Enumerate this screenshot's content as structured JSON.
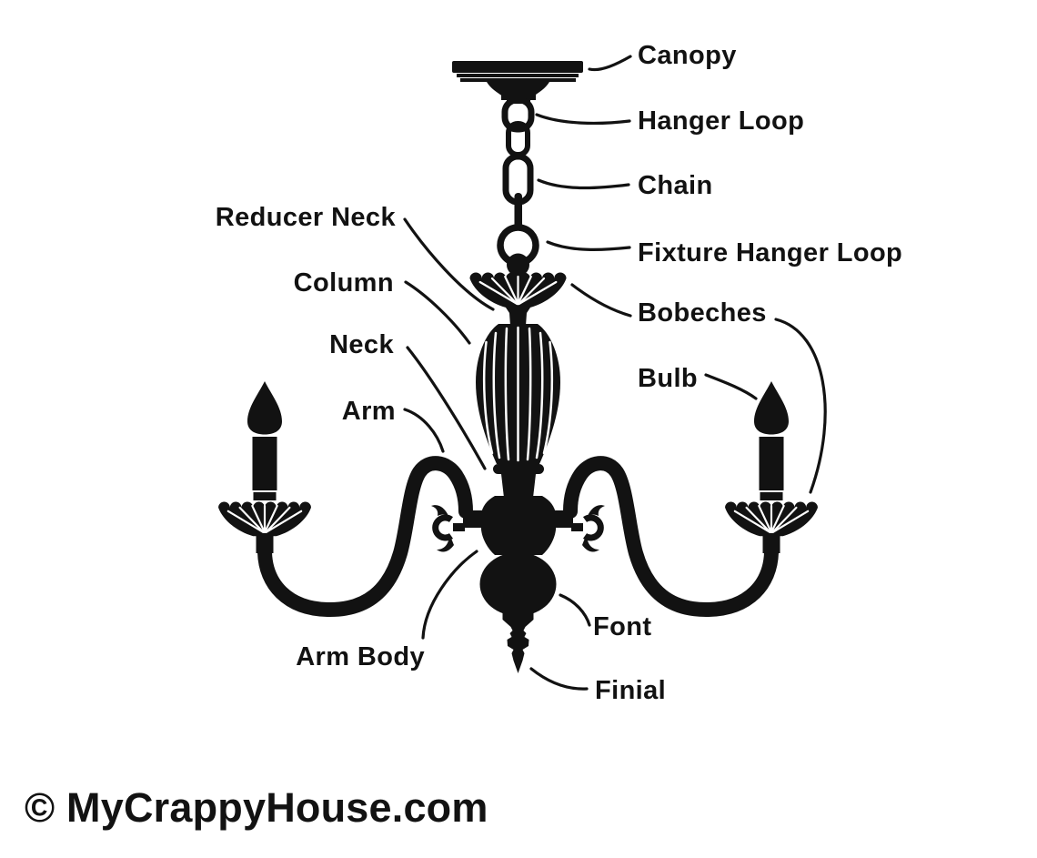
{
  "diagram": {
    "colors": {
      "ink": "#121212",
      "background": "#ffffff"
    },
    "watermark": "© MyCrappyHouse.com",
    "labels": {
      "canopy": "Canopy",
      "hanger_loop": "Hanger Loop",
      "chain": "Chain",
      "fixture_hanger_loop": "Fixture Hanger Loop",
      "bobeches": "Bobeches",
      "bulb": "Bulb",
      "reducer_neck": "Reducer Neck",
      "column": "Column",
      "neck": "Neck",
      "arm": "Arm",
      "arm_body": "Arm Body",
      "font": "Font",
      "finial": "Finial"
    }
  }
}
